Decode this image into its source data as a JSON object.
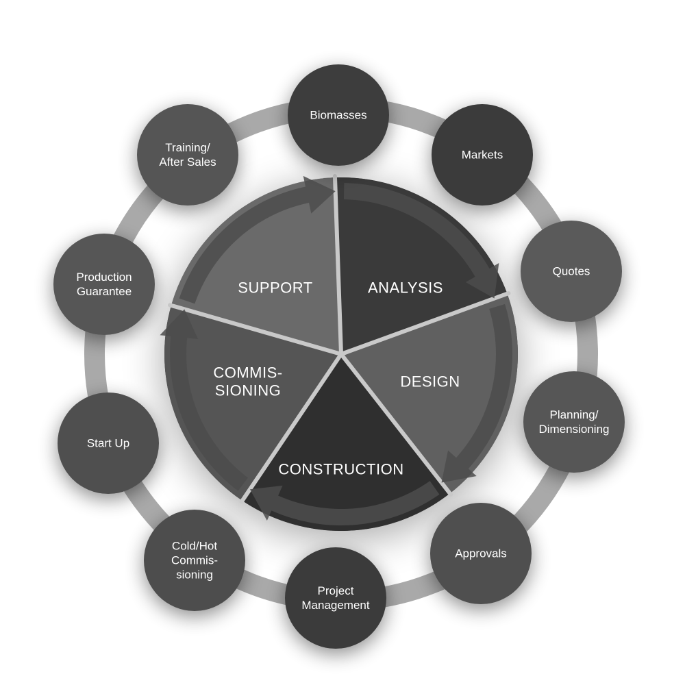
{
  "segments": [
    {
      "id": "analysis",
      "lines": [
        "ANALYSIS"
      ],
      "color": "#3a3a3a"
    },
    {
      "id": "design",
      "lines": [
        "DESIGN"
      ],
      "color": "#606060"
    },
    {
      "id": "construction",
      "lines": [
        "CONSTRUCTION"
      ],
      "color": "#2f2f2f"
    },
    {
      "id": "commissioning",
      "lines": [
        "COMMIS-",
        "SIONING"
      ],
      "color": "#555555"
    },
    {
      "id": "support",
      "lines": [
        "SUPPORT"
      ],
      "color": "#6a6a6a"
    }
  ],
  "steps": [
    {
      "id": "biomasses",
      "lines": [
        "Biomasses"
      ],
      "color": "#3c3c3c"
    },
    {
      "id": "markets",
      "lines": [
        "Markets"
      ],
      "color": "#3a3a3a"
    },
    {
      "id": "quotes",
      "lines": [
        "Quotes"
      ],
      "color": "#5a5a5a"
    },
    {
      "id": "planning",
      "lines": [
        "Planning/",
        "Dimensioning"
      ],
      "color": "#565656"
    },
    {
      "id": "approvals",
      "lines": [
        "Approvals"
      ],
      "color": "#4f4f4f"
    },
    {
      "id": "project-management",
      "lines": [
        "Project",
        "Management"
      ],
      "color": "#3a3a3a"
    },
    {
      "id": "cold-hot-commissioning",
      "lines": [
        "Cold/Hot",
        "Commis-",
        "sioning"
      ],
      "color": "#4e4e4e"
    },
    {
      "id": "start-up",
      "lines": [
        "Start Up"
      ],
      "color": "#505050"
    },
    {
      "id": "production-guarantee",
      "lines": [
        "Production",
        "Guarantee"
      ],
      "color": "#575757"
    },
    {
      "id": "training-after-sales",
      "lines": [
        "Training/",
        "After Sales"
      ],
      "color": "#555555"
    }
  ],
  "colors": {
    "ring": "#a9a9a9",
    "arrow": "#4c4c4c",
    "divider": "#c9c9c9",
    "label": "#ffffff"
  }
}
